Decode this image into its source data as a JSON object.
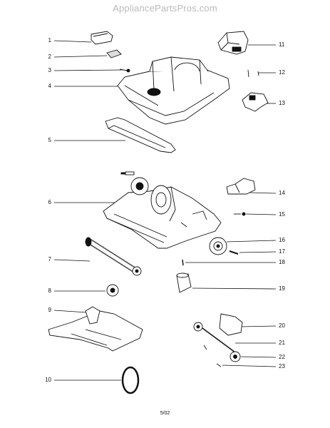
{
  "watermark": "AppliancePartsPros.com",
  "footer": "5/02",
  "callouts": {
    "c1": "1",
    "c2": "2",
    "c3": "3",
    "c4": "4",
    "c5": "5",
    "c6": "6",
    "c7": "7",
    "c8": "8",
    "c9": "9",
    "c10": "10",
    "c11": "11",
    "c12": "12",
    "c13": "13",
    "c14": "14",
    "c15": "15",
    "c16": "16",
    "c17": "17",
    "c18": "18",
    "c19": "19",
    "c20": "20",
    "c21": "21",
    "c22": "22",
    "c23": "23"
  }
}
